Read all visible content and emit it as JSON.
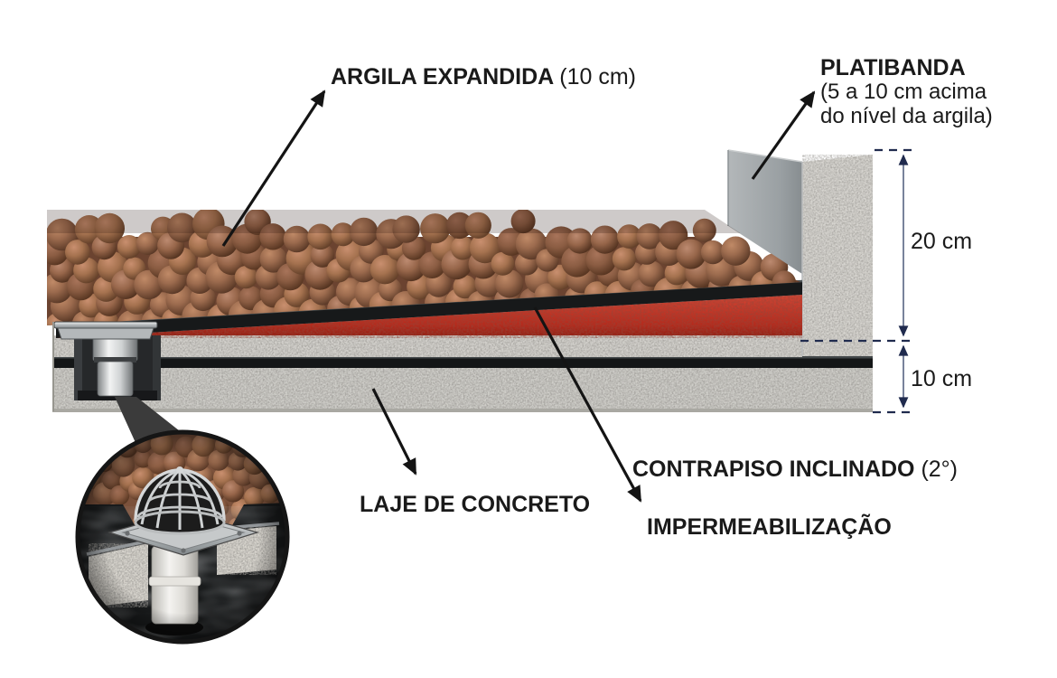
{
  "figure": {
    "type": "construction-cross-section-diagram",
    "language": "pt-BR"
  },
  "labels": {
    "argila_expandida": {
      "text": "ARGILA EXPANDIDA",
      "suffix": "(10 cm)"
    },
    "platibanda": {
      "text": "PLATIBANDA",
      "line2": "(5 a 10 cm acima",
      "line3": "do nível da argila)"
    },
    "dim_parapet": "20 cm",
    "dim_slab": "10 cm",
    "contrapiso": {
      "text": "CONTRAPISO INCLINADO",
      "suffix": "(2°)"
    },
    "impermeabilizacao": "IMPERMEABILIZAÇÃO",
    "laje_concreto": "LAJE DE CONCRETO"
  },
  "colors": {
    "background": "#ffffff",
    "label_text": "#1a1a1a",
    "arrow_black": "#141414",
    "dimension_navy": "#202b4e",
    "dimension_line": "#6a7590",
    "clay_ball": "#9c6b4e",
    "clay_shadow": "#6b4330",
    "screed_red": "#c23a2a",
    "membrane_black": "#17191a",
    "concrete_light": "#d0cfca",
    "parapet_inner_gray": "#a0a5a8",
    "drain_metal": "#c9cccd",
    "pvc_pipe_white": "#f0efec",
    "inset_dark_slab": "#1d1f20"
  }
}
